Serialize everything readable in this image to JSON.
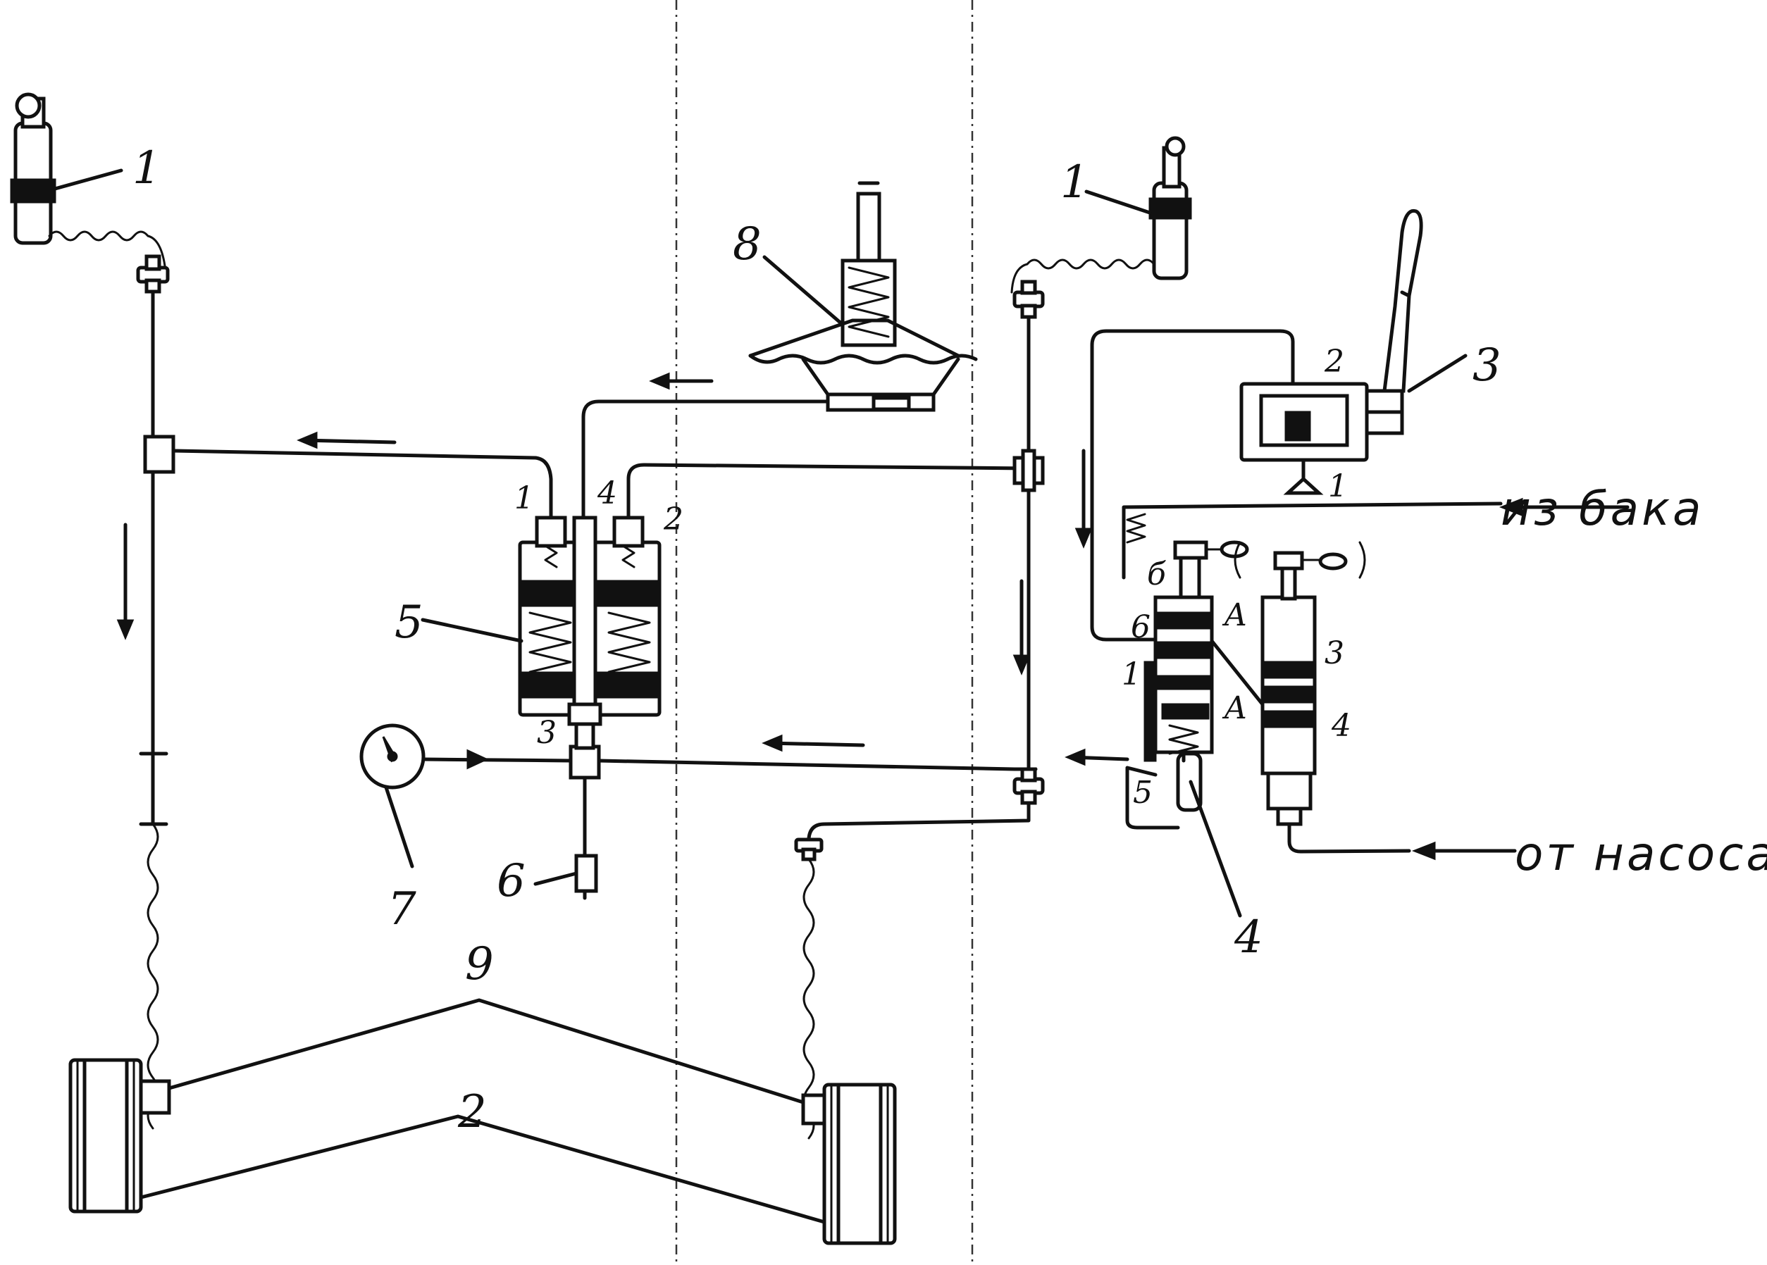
{
  "labels": {
    "n1_left": "1",
    "n1_right": "1",
    "n8": "8",
    "n3_valve": "3",
    "n2_valve": "2",
    "n1_valve": "1",
    "n5_block": "5",
    "n1_block": "1",
    "n4_block": "4",
    "n2_block": "2",
    "n3_block": "3",
    "n7": "7",
    "n6": "6",
    "n6_valve": "6",
    "n1_small": "1",
    "nA_top": "A",
    "nA_bottom": "A",
    "n3_side": "3",
    "n4_side": "4",
    "n5_port": "5",
    "n4_bottom": "4",
    "b_spring": "б",
    "n9": "9",
    "n2_axle": "2"
  },
  "annotations": {
    "from_tank": "из бака",
    "from_pump": "от насоса"
  }
}
